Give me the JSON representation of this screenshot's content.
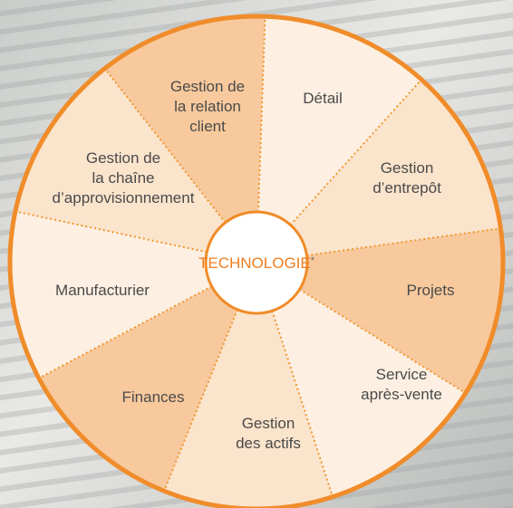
{
  "diagram": {
    "center": {
      "label": "TECHNOLOGIE",
      "asterisk": "*"
    },
    "colors": {
      "ring_stroke": "#f08c2a",
      "divider": "#f2962e",
      "fill_dark": "#f7c99d",
      "fill_light": "#fbe4cc",
      "fill_pale": "#fdf0e2",
      "center_fill": "#ffffff",
      "label_text": "#4a4a4a",
      "center_text": "#ef7d1f"
    },
    "segments": [
      {
        "id": "crm",
        "lines": [
          "Gestion de",
          "la relation",
          "client"
        ],
        "shade": "dark"
      },
      {
        "id": "detail",
        "lines": [
          "Détail"
        ],
        "shade": "pale"
      },
      {
        "id": "entrepot",
        "lines": [
          "Gestion",
          "d’entrepôt"
        ],
        "shade": "light"
      },
      {
        "id": "projets",
        "lines": [
          "Projets"
        ],
        "shade": "dark"
      },
      {
        "id": "service",
        "lines": [
          "Service",
          "après-vente"
        ],
        "shade": "pale"
      },
      {
        "id": "actifs",
        "lines": [
          "Gestion",
          "des actifs"
        ],
        "shade": "light"
      },
      {
        "id": "finances",
        "lines": [
          "Finances"
        ],
        "shade": "dark"
      },
      {
        "id": "manufacturier",
        "lines": [
          "Manufacturier"
        ],
        "shade": "pale"
      },
      {
        "id": "chaine",
        "lines": [
          "Gestion de",
          "la chaîne",
          "d’approvisionnement"
        ],
        "shade": "light"
      }
    ]
  }
}
